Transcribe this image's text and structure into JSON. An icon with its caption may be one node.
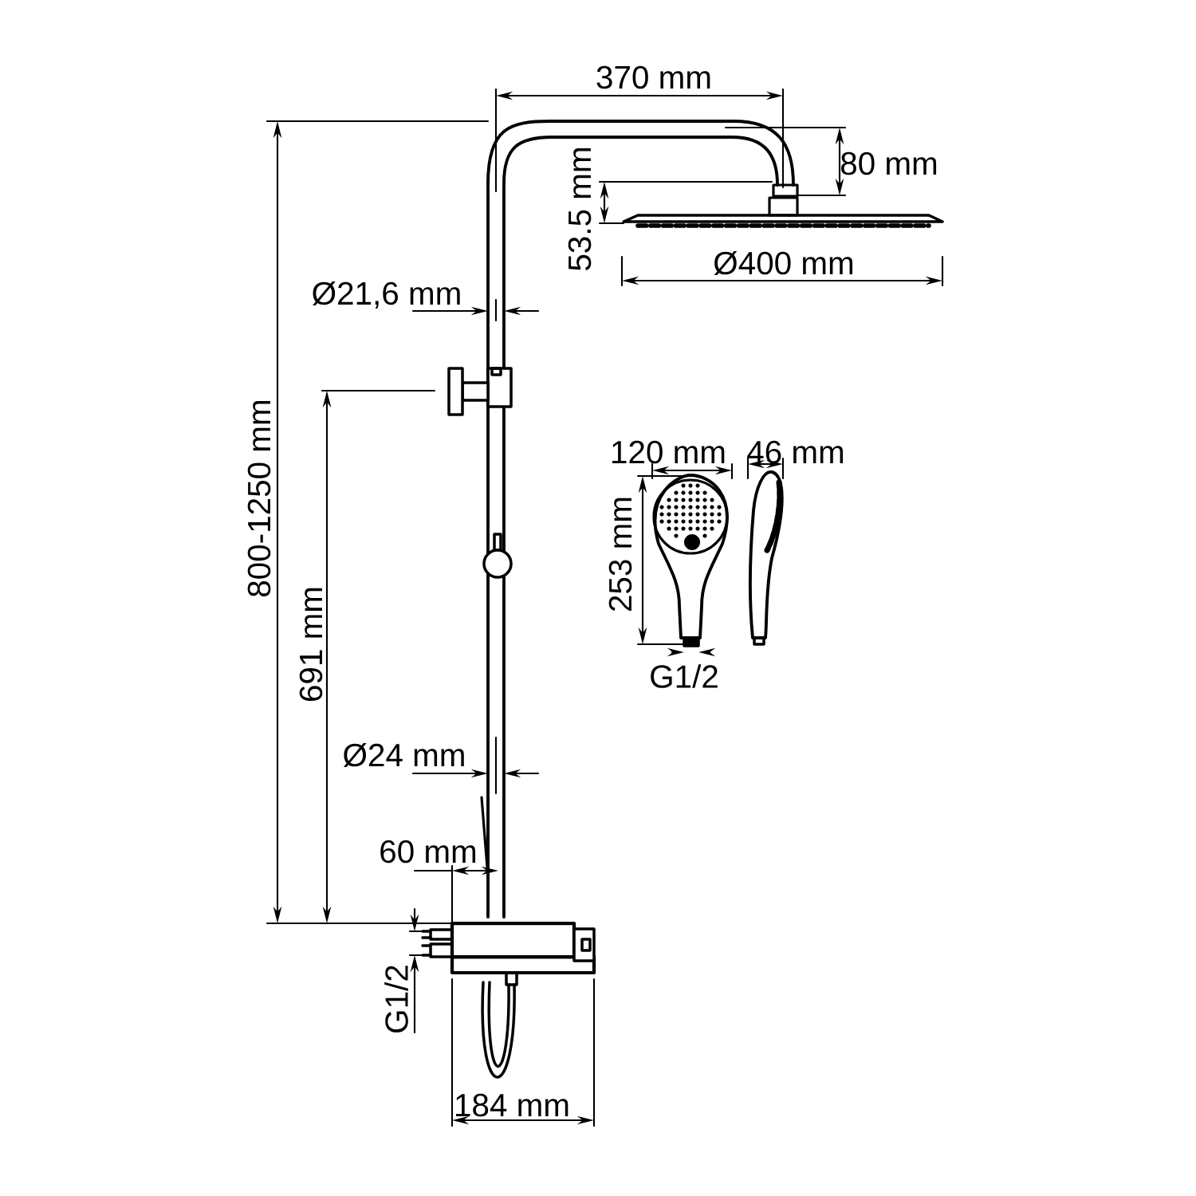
{
  "diagram": {
    "labels": [
      "370 mm",
      "80 mm",
      "53.5 mm",
      "Ø400 mm",
      "Ø21,6 mm",
      "800-1250 mm",
      "691 mm",
      "120 mm",
      "46 mm",
      "253 mm",
      "G1/2",
      "Ø24 mm",
      "60 mm",
      "G1/2",
      "184 mm"
    ]
  }
}
